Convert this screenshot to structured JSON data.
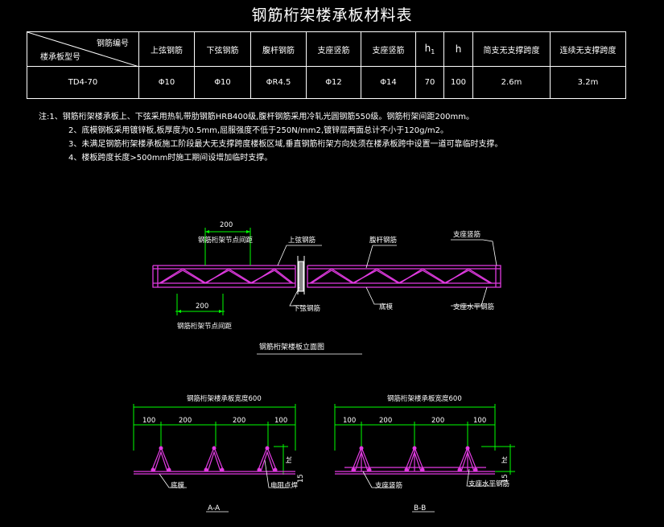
{
  "title": "钢筋桁架楼承板材料表",
  "table": {
    "corner_top": "钢筋编号",
    "corner_bottom": "楼承板型号",
    "headers": [
      "上弦钢筋",
      "下弦钢筋",
      "腹杆钢筋",
      "支座竖筋",
      "支座竖筋",
      "h",
      "h",
      "简支无支撑跨度",
      "连续无支撑跨度"
    ],
    "h1_sub": "1",
    "row": [
      "TD4-70",
      "Φ10",
      "Φ10",
      "ΦR4.5",
      "Φ12",
      "Φ14",
      "70",
      "100",
      "2.6m",
      "3.2m"
    ]
  },
  "notes": [
    "注:1、钢筋桁架楼承板上、下弦采用热轧带肋钢筋HRB400级,腹杆钢筋采用冷轧光圆钢筋550级。钢筋桁架间距200mm。",
    "2、底模钢板采用镀锌板,板厚度为0.5mm,屈服强度不低于250N/mm2,镀锌层两面总计不小于120g/m2。",
    "3、未满足钢筋桁架楼承板施工阶段最大无支撑跨度楼板区域,垂直钢筋桁架方向处须在楼承板跨中设置一道可靠临时支撑。",
    "4、楼板跨度长度>500mm时施工期间设增加临时支撑。"
  ],
  "elevation": {
    "dim_top": "200",
    "dim_bottom": "200",
    "node_label_top": "钢筋桁架节点间距",
    "node_label_bottom": "钢筋桁架节点间距",
    "top_chord": "上弦钢筋",
    "web": "腹杆钢筋",
    "support_vertical": "支座竖筋",
    "bottom_chord": "下弦钢筋",
    "deck": "底模",
    "support_horizontal": "支座水平钢筋",
    "caption": "钢筋桁架楼板立面图"
  },
  "section_a": {
    "width_label": "钢筋桁架楼承板宽度600",
    "dims": [
      "100",
      "200",
      "200",
      "100"
    ],
    "h_label": "ht",
    "side_dim": "15",
    "deck": "底模",
    "weld": "电阻点焊",
    "caption": "A-A"
  },
  "section_b": {
    "width_label": "钢筋桁架楼承板宽度600",
    "dims": [
      "100",
      "200",
      "200",
      "100"
    ],
    "h_label": "ht",
    "side_dim": "15",
    "support_vertical": "支座竖筋",
    "support_horizontal": "支座水平钢筋",
    "caption": "B-B"
  },
  "colors": {
    "magenta": "#e23be2",
    "green": "#00ff00",
    "white": "#ffffff"
  }
}
